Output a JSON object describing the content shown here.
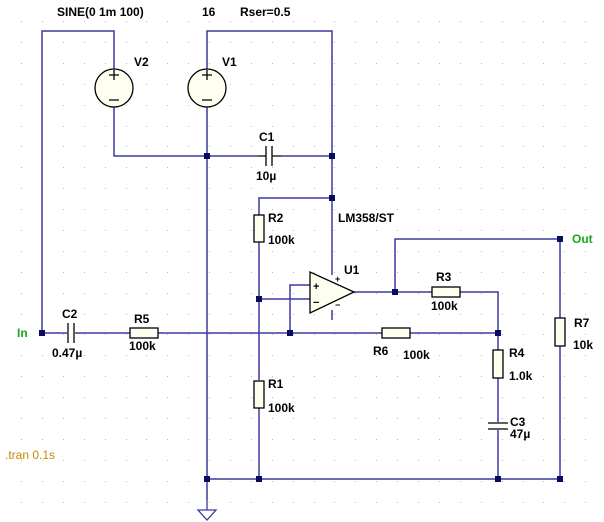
{
  "directives": {
    "v2_source": "SINE(0 1m 100)",
    "v1_value": "16",
    "v1_rser": "Rser=0.5",
    "tran": ".tran 0.1s"
  },
  "components": {
    "V2": "V2",
    "V1": "V1",
    "C1": {
      "name": "C1",
      "value": "10µ"
    },
    "C2": {
      "name": "C2",
      "value": "0.47µ"
    },
    "C3": {
      "name": "C3",
      "value": "47µ"
    },
    "R1": {
      "name": "R1",
      "value": "100k"
    },
    "R2": {
      "name": "R2",
      "value": "100k"
    },
    "R3": {
      "name": "R3",
      "value": "100k"
    },
    "R4": {
      "name": "R4",
      "value": "1.0k"
    },
    "R5": {
      "name": "R5",
      "value": "100k"
    },
    "R6": {
      "name": "R6",
      "value": "100k"
    },
    "R7": {
      "name": "R7",
      "value": "10k"
    },
    "U1": {
      "name": "U1",
      "model": "LM358/ST"
    }
  },
  "nets": {
    "in": "In",
    "out": "Out"
  },
  "colors": {
    "wire": "#3a3aa0",
    "net_label": "#1aa51a",
    "directive": "#c98a00"
  }
}
